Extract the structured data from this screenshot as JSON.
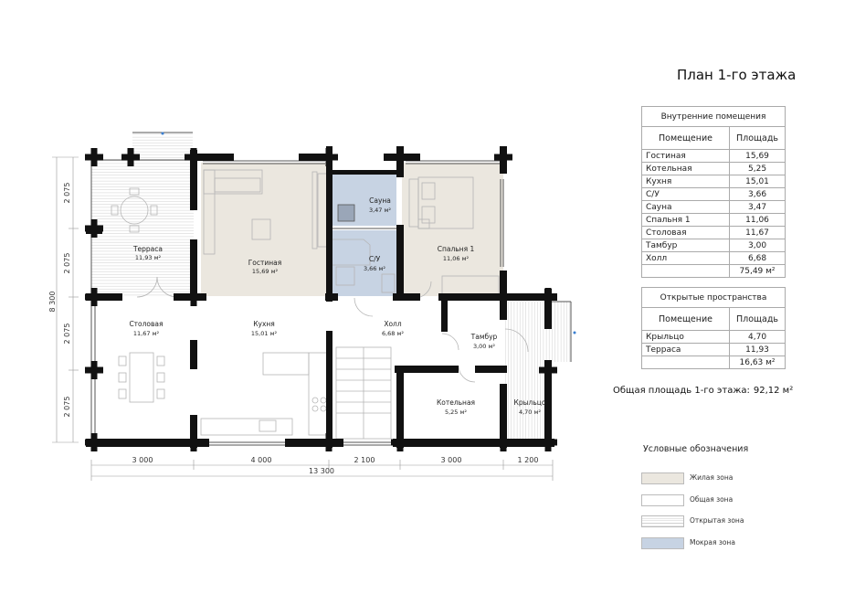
{
  "title": "План 1-го этажа",
  "colors": {
    "wall": "#111111",
    "living_zone": "#ebe7df",
    "common_zone": "#ffffff",
    "wet_zone": "#c7d3e3",
    "open_zone_lines": "#cfcfcf",
    "accent_point": "#3b7fd1"
  },
  "rooms": {
    "terrace": {
      "name": "Терраса",
      "area": "11,93 м²"
    },
    "living": {
      "name": "Гостиная",
      "area": "15,69 м²"
    },
    "sauna": {
      "name": "Сауна",
      "area": "3,47 м²"
    },
    "bath": {
      "name": "С/У",
      "area": "3,66 м²"
    },
    "bedroom": {
      "name": "Спальня 1",
      "area": "11,06 м²"
    },
    "dining": {
      "name": "Столовая",
      "area": "11,67 м²"
    },
    "kitchen": {
      "name": "Кухня",
      "area": "15,01 м²"
    },
    "hall": {
      "name": "Холл",
      "area": "6,68 м²"
    },
    "vestibule": {
      "name": "Тамбур",
      "area": "3,00 м²"
    },
    "boiler": {
      "name": "Котельная",
      "area": "5,25 м²"
    },
    "porch": {
      "name": "Крыльцо",
      "area": "4,70 м²"
    }
  },
  "dimensions": {
    "bottom": [
      "3 000",
      "4 000",
      "2 100",
      "3 000",
      "1 200"
    ],
    "bottom_total": "13 300",
    "left": [
      "2 075",
      "2 075",
      "2 075",
      "2 075"
    ],
    "left_total": "8 300"
  },
  "inner_table": {
    "caption": "Внутренние помещения",
    "headers": [
      "Помещение",
      "Площадь"
    ],
    "rows": [
      [
        "Гостиная",
        "15,69"
      ],
      [
        "Котельная",
        "5,25"
      ],
      [
        "Кухня",
        "15,01"
      ],
      [
        "С/У",
        "3,66"
      ],
      [
        "Сауна",
        "3,47"
      ],
      [
        "Спальня 1",
        "11,06"
      ],
      [
        "Столовая",
        "11,67"
      ],
      [
        "Тамбур",
        "3,00"
      ],
      [
        "Холл",
        "6,68"
      ]
    ],
    "total": "75,49 м²"
  },
  "outer_table": {
    "caption": "Открытые пространства",
    "headers": [
      "Помещение",
      "Площадь"
    ],
    "rows": [
      [
        "Крыльцо",
        "4,70"
      ],
      [
        "Терраса",
        "11,93"
      ]
    ],
    "total": "16,63 м²"
  },
  "total_area": {
    "label": "Общая площадь 1-го этажа:",
    "value": "92,12 м²"
  },
  "legend": {
    "title": "Условные обозначения",
    "items": [
      "Жилая зона",
      "Общая зона",
      "Открытая зона",
      "Мокрая зона"
    ]
  }
}
